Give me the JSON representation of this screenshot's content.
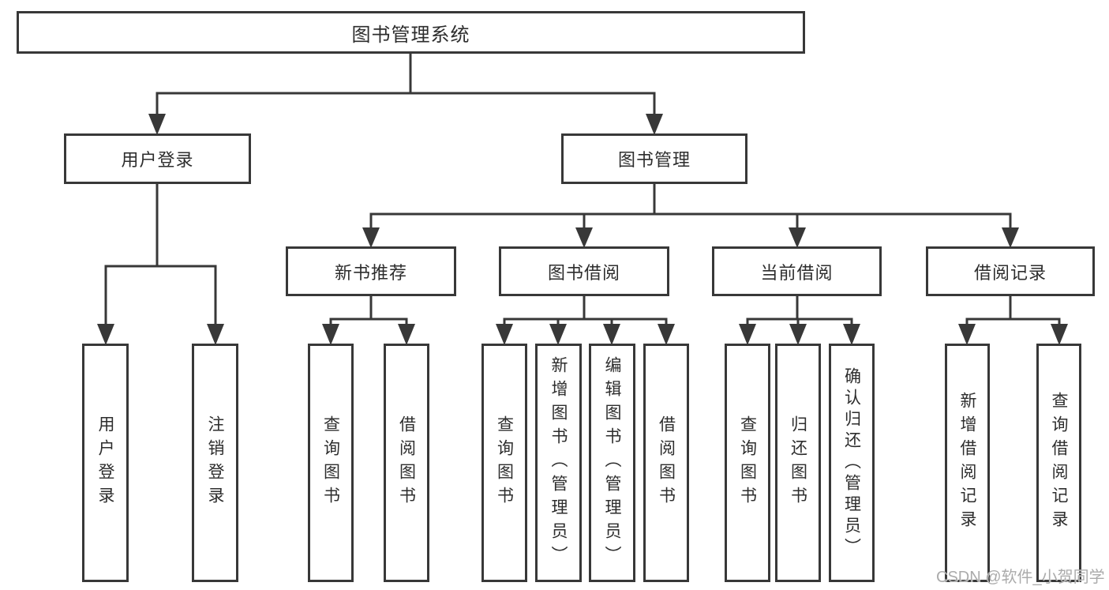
{
  "diagram_title": "图书管理系统",
  "watermark": "CSDN @软件_小贺同学",
  "colors": {
    "line": "#383838",
    "box_border": "#383838",
    "box_fill": "#ffffff",
    "text": "#2d2d2d",
    "watermark": "#ababab",
    "background": "#ffffff"
  },
  "nodes": {
    "root": "图书管理系统",
    "user_login_branch": "用户登录",
    "book_mgmt_branch": "图书管理",
    "new_book_rec": "新书推荐",
    "book_borrow": "图书借阅",
    "current_borrow": "当前借阅",
    "borrow_records": "借阅记录",
    "leaf_user_login": "用户登录",
    "leaf_logout": "注销登录",
    "leaf_query_book_a": "查询图书",
    "leaf_borrow_book_a": "借阅图书",
    "leaf_query_book_b": "查询图书",
    "leaf_add_book_admin": "新增图书（管理员）",
    "leaf_edit_book_admin": "编辑图书（管理员）",
    "leaf_borrow_book_b": "借阅图书",
    "leaf_query_book_c": "查询图书",
    "leaf_return_book": "归还图书",
    "leaf_confirm_return_admin": "确认归还（管理员）",
    "leaf_add_borrow_record": "新增借阅记录",
    "leaf_query_borrow_record": "查询借阅记录"
  },
  "structure": [
    {
      "parent": "图书管理系统",
      "children": [
        "用户登录",
        "图书管理"
      ]
    },
    {
      "parent": "用户登录",
      "children": [
        "用户登录",
        "注销登录"
      ]
    },
    {
      "parent": "图书管理",
      "children": [
        "新书推荐",
        "图书借阅",
        "当前借阅",
        "借阅记录"
      ]
    },
    {
      "parent": "新书推荐",
      "children": [
        "查询图书",
        "借阅图书"
      ]
    },
    {
      "parent": "图书借阅",
      "children": [
        "查询图书",
        "新增图书（管理员）",
        "编辑图书（管理员）",
        "借阅图书"
      ]
    },
    {
      "parent": "当前借阅",
      "children": [
        "查询图书",
        "归还图书",
        "确认归还（管理员）"
      ]
    },
    {
      "parent": "借阅记录",
      "children": [
        "新增借阅记录",
        "查询借阅记录"
      ]
    }
  ]
}
